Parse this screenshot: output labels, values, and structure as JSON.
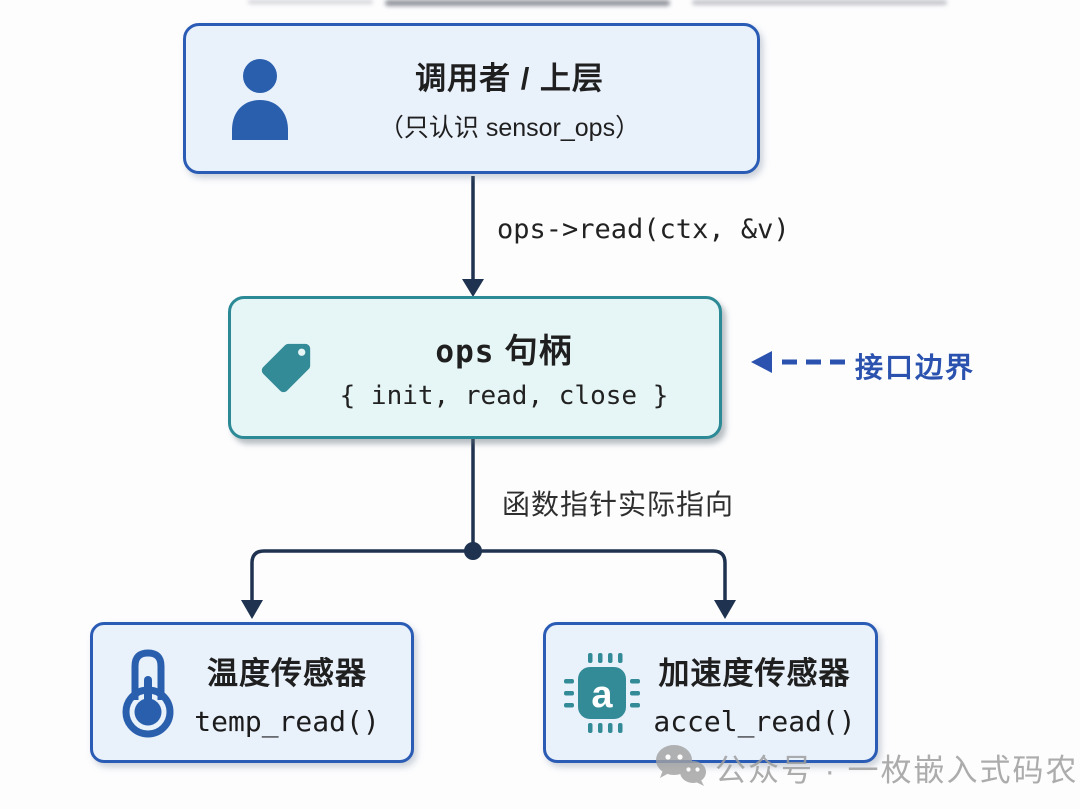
{
  "diagram": {
    "caller_box": {
      "title": "调用者 / 上层",
      "subtitle": "（只认识 sensor_ops）"
    },
    "call_arrow_label": "ops->read(ctx, &v)",
    "ops_box": {
      "title_code": "ops",
      "title_text": "句柄",
      "subtitle": "{ init, read, close }"
    },
    "boundary_label": "接口边界",
    "pointer_arrow_label": "函数指针实际指向",
    "temp_box": {
      "title": "温度传感器",
      "code": "temp_read()"
    },
    "accel_box": {
      "title": "加速度传感器",
      "code": "accel_read()",
      "chip_letter": "a"
    },
    "watermark": {
      "text": "公众号 · 一枚嵌入式码农"
    }
  },
  "colors": {
    "arrow_navy": "#1f3350",
    "blue_border": "#2b5cb5",
    "blue_bg": "#e9f1fb",
    "teal_border": "#2b8a96",
    "teal_bg": "#e6f5f5",
    "blue_icon": "#2a5fae",
    "teal_icon": "#338b97",
    "boundary_blue": "#2a52ae",
    "watermark_gray": "#a2a2a2"
  }
}
